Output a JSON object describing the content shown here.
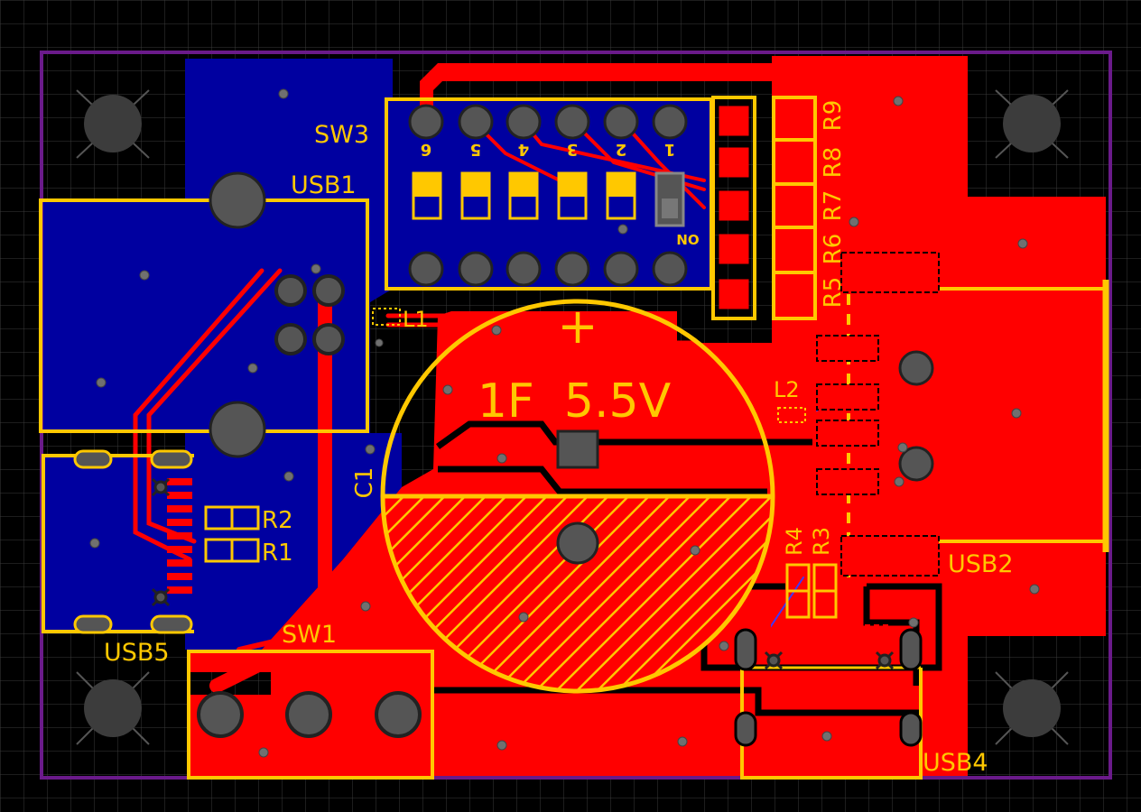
{
  "colors": {
    "background": "#000000",
    "grid": "#3a3a3a",
    "board_outline": "#6a1a8a",
    "top_copper": "#ff0000",
    "bottom_copper": "#0000a0",
    "silkscreen": "#ffc800",
    "pad": "#5a5a5a",
    "via": "#707070"
  },
  "labels": {
    "sw3": "SW3",
    "usb1": "USB1",
    "usb2": "USB2",
    "usb4": "USB4",
    "usb5": "USB5",
    "sw1": "SW1",
    "l1": "L1",
    "l2": "L2",
    "c1": "C1",
    "r1": "R1",
    "r2": "R2",
    "r3": "R3",
    "r4": "R4",
    "r5": "R5",
    "r6": "R6",
    "r7": "R7",
    "r8": "R8",
    "r9": "R9",
    "cap_value": "1F  5.5V",
    "cap_plus": "+",
    "dip_on": "ON",
    "dip_numbers": [
      "6",
      "5",
      "4",
      "3",
      "2",
      "1"
    ]
  }
}
